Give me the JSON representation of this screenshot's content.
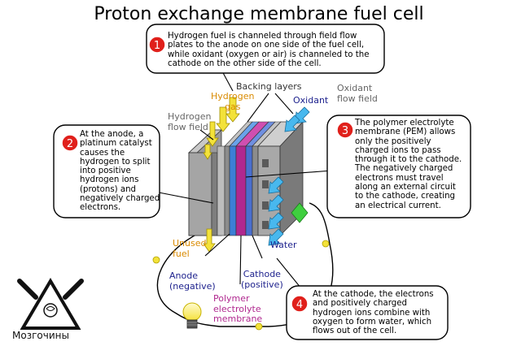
{
  "title": "Proton exchange membrane fuel cell",
  "callouts": [
    {
      "number": "1",
      "text": "Hydrogen fuel is channeled through field flow\nplates to the anode on one side of the fuel cell,\nwhile oxidant (oxygen or air) is channeled to the\ncathode on the other side of the cell."
    },
    {
      "number": "2",
      "text": "At the anode, a\nplatinum catalyst\ncauses the\nhydrogen to split\ninto positive\nhydrogen ions\n(protons) and\nnegatively charged\nelectrons."
    },
    {
      "number": "3",
      "text": "The polymer electrolyte\nmembrane (PEM) allows\nonly the positively\ncharged ions to pass\nthrough it to the cathode.\nThe negatively charged\nelectrons must travel\nalong an external circuit\nto the cathode, creating\nan electrical current."
    },
    {
      "number": "4",
      "text": "At the cathode, the electrons\nand positively charged\nhydrogen ions combine with\noxygen to form water, which\nflows out of the cell."
    }
  ],
  "labels": {
    "backing_layers": "Backing layers",
    "hydrogen_gas": "Hydrogen\ngas",
    "oxidant": "Oxidant",
    "oxidant_flow_field": "Oxidant\nflow field",
    "hydrogen_flow_field": "Hydrogen\nflow field",
    "unused_fuel": "Unused\nfuel",
    "water": "Water",
    "anode": "Anode\n(negative)",
    "cathode": "Cathode\n(positive)",
    "pem": "Polymer\nelectrolyte\nmembrane"
  },
  "logo": {
    "text": "Мозгочины"
  },
  "colors": {
    "callout_red": "#e0201b",
    "hydrogen_orange": "#d98a00",
    "oxidant_navy": "#1b1f8c",
    "pem_purple": "#b0288f",
    "anode_blue": "#3d7fd6",
    "cathode_blue": "#4a6fcf",
    "arrow_yellow": "#f3e23a",
    "arrow_blue": "#48b8ee",
    "water_green": "#3fcf3f"
  }
}
